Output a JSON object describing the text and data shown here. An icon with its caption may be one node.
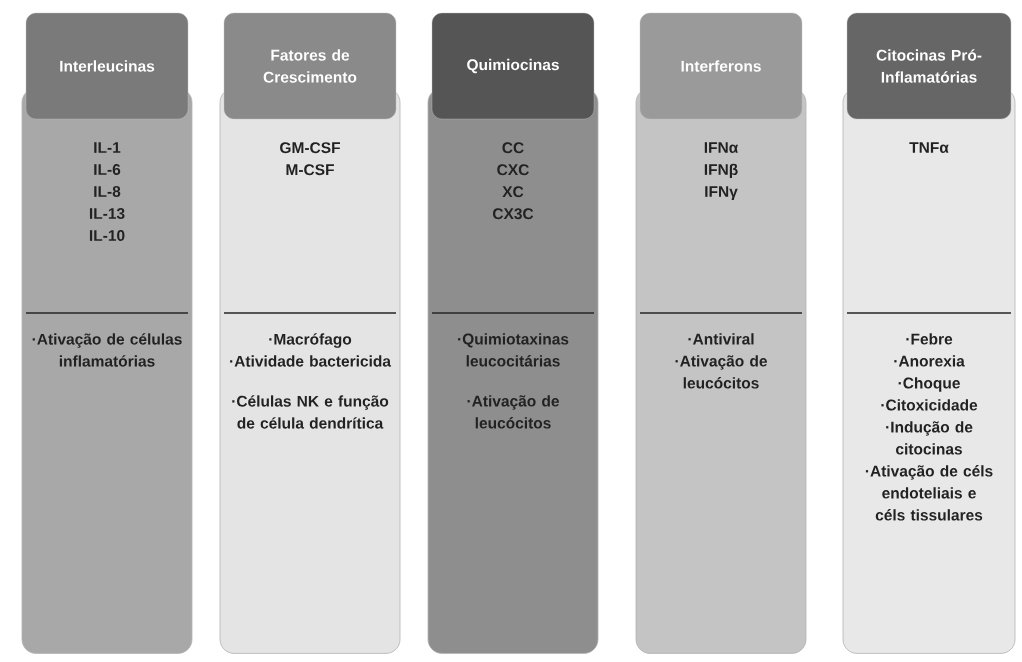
{
  "diagram": {
    "nodes": [
      {
        "text": [
          "Interleucinas"
        ]
      },
      {
        "text": [
          "IL-1",
          "IL-6",
          "IL-8",
          "IL-13",
          "IL-10",
          "·Ativação de células inflamatórias"
        ]
      },
      {
        "text": [
          "Fatores de Crescimento"
        ]
      },
      {
        "text": [
          "GM-CSF",
          "M-CSF",
          "·Macrófago",
          "·Atividade bactericida",
          "·Células NK e função de célula dendrítica"
        ]
      },
      {
        "text": [
          "Quimiocinas"
        ]
      },
      {
        "text": [
          "CC",
          "CXC",
          "XC",
          "CX3C",
          "·Quimiotaxinas leucocitárias",
          "·Ativação de leucócitos"
        ]
      },
      {
        "text": [
          "Interferons"
        ]
      },
      {
        "text": [
          "IFNα",
          "IFNβ",
          "IFNγ",
          "·Antiviral",
          "·Ativação de leucócitos"
        ]
      },
      {
        "text": [
          "Citocinas Pró-Inflamatórias"
        ]
      },
      {
        "text": [
          "TNFα",
          "·Febre",
          "·Anorexia",
          "·Choque",
          "·Citoxicidade",
          "·Indução de citocinas",
          "·Ativação de céls endoteliais e céls tissulares"
        ]
      }
    ]
  }
}
